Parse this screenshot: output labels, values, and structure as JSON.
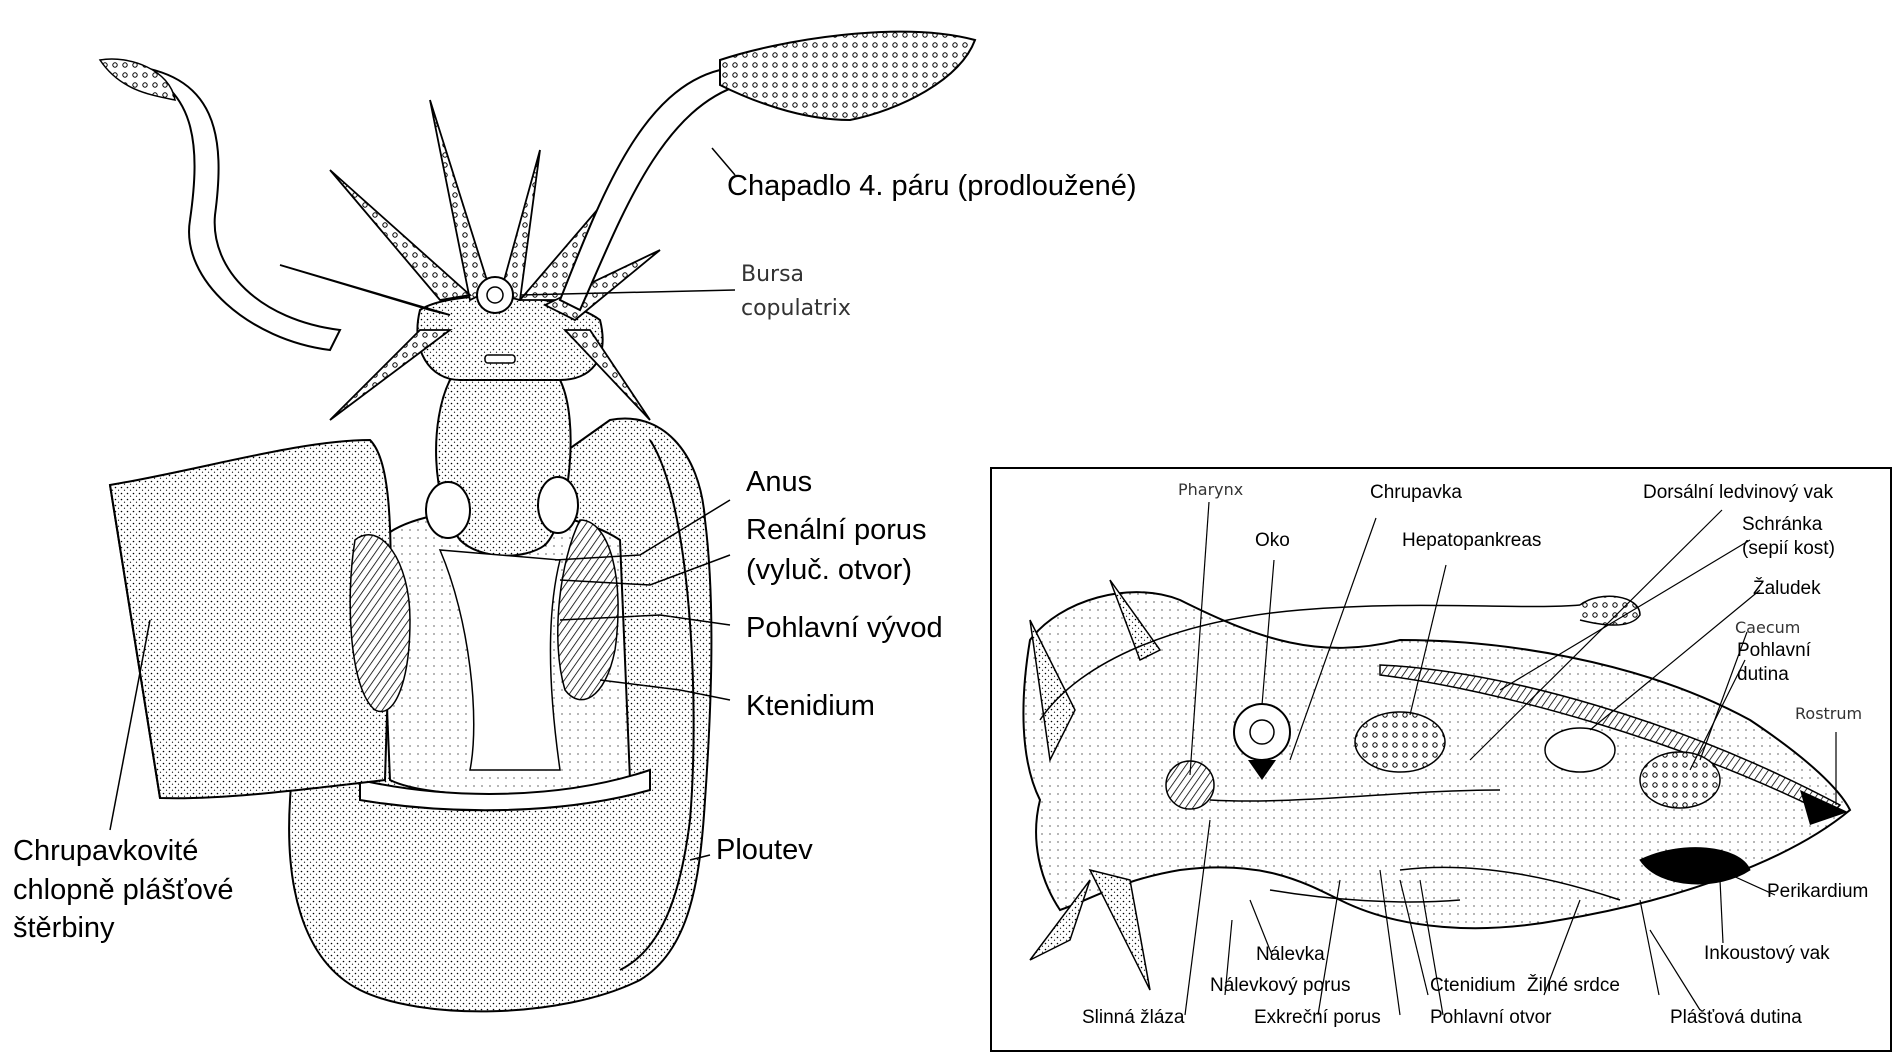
{
  "left_figure": {
    "labels": {
      "tentacle_4th_pair": "Chapadlo 4. páru (prodloužené)",
      "bursa_line1": "Bursa",
      "bursa_line2": "copulatrix",
      "anus": "Anus",
      "renal_line1": "Renální porus",
      "renal_line2": "(vyluč. otvor)",
      "genital_duct": "Pohlavní vývod",
      "ctenidium": "Ktenidium",
      "fin": "Ploutev",
      "flaps_line1": "Chrupavkovité",
      "flaps_line2": "chlopně plášťové",
      "flaps_line3": "štěrbiny"
    }
  },
  "inset_figure": {
    "labels": {
      "pharynx": "Pharynx",
      "cartilage": "Chrupavka",
      "dorsal_renal_sac": "Dorsální ledvinový vak",
      "eye": "Oko",
      "hepatopancreas": "Hepatopankreas",
      "shell_line1": "Schránka",
      "shell_line2": "(sepií kost)",
      "stomach": "Žaludek",
      "caecum": "Caecum",
      "gonad_line1": "Pohlavní",
      "gonad_line2": "dutina",
      "rostrum": "Rostrum",
      "pericardium": "Perikardium",
      "ink_sac": "Inkoustový vak",
      "funnel": "Nálevka",
      "funnel_pore": "Nálevkový porus",
      "ctenidium": "Ctenidium",
      "venous_heart": "Žilné srdce",
      "salivary_gland": "Slinná žláza",
      "excretory_pore": "Exkreční porus",
      "genital_opening": "Pohlavní otvor",
      "mantle_cavity": "Plášťová dutina"
    }
  }
}
